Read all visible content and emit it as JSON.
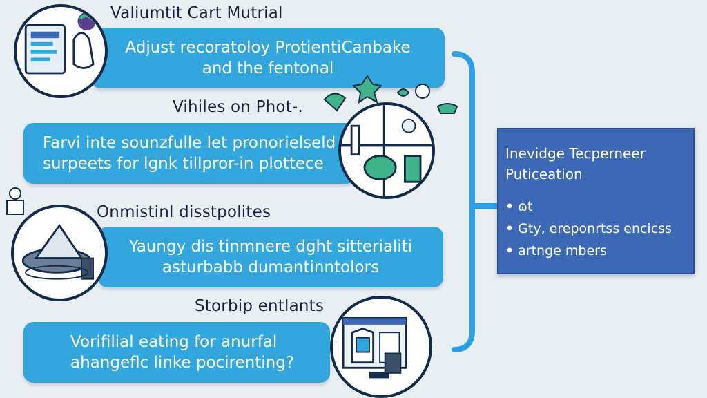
{
  "steps": [
    {
      "heading": "Valiumtit Cart Mutrial",
      "text": [
        "Adjust recoratoloy ProtientiCanbake",
        "and the fentonal"
      ],
      "icon": "monitor-with-apron-icon"
    },
    {
      "heading": "Vihiles on Phot-.",
      "text": [
        "Farvi inte sounzfulle let pronorielseld",
        "surpeets for lgnk tillpror-in plottece"
      ],
      "icon": "map-globe-icon"
    },
    {
      "heading": "Onmistinl disstpolites",
      "text": [
        "Yaungy dis tinmnere dght sitterialiti",
        "asturbabb dumantinntolors"
      ],
      "icon": "diving-helmet-icon"
    },
    {
      "heading": "Storbip entlants",
      "text": [
        "Vorifilial eating for anurfal",
        "ahangeflc linke pocirenting?"
      ],
      "icon": "document-screen-icon"
    }
  ],
  "summary": {
    "title": [
      "Inevidge Tecperneer",
      "Puticeation"
    ],
    "bullets": [
      {
        "marker": "•",
        "text": "ɷt"
      },
      {
        "marker": "•",
        "text": "Gty, ereponrtss encicss"
      },
      {
        "marker": "•",
        "text": "artnge mbers"
      }
    ]
  },
  "colors": {
    "background": "#e9eef3",
    "pill": "#33a7dd",
    "panel": "#3c68b6",
    "bracket": "#2aa0e6",
    "outline": "#142a4a"
  }
}
